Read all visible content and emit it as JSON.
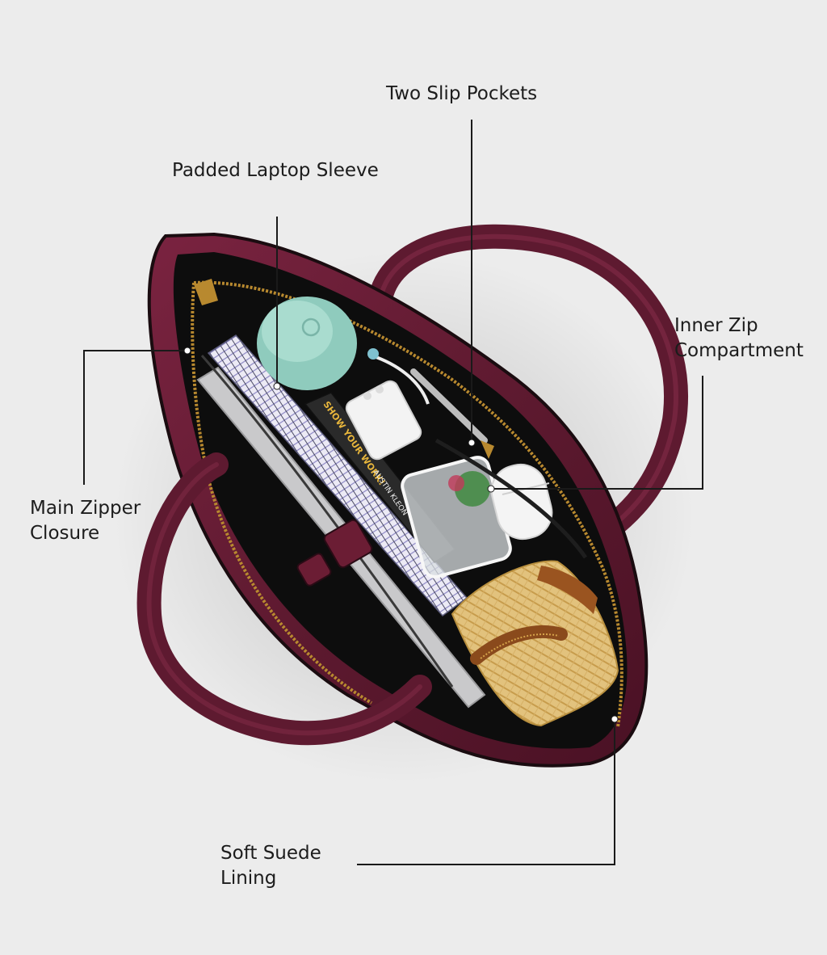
{
  "callouts": {
    "slip_pockets": {
      "text": "Two Slip Pockets"
    },
    "laptop_sleeve": {
      "text": "Padded Laptop Sleeve"
    },
    "inner_zip": {
      "line1": "Inner Zip",
      "line2": "Compartment"
    },
    "main_zipper": {
      "line1": "Main Zipper",
      "line2": "Closure"
    },
    "suede_lining": {
      "line1": "Soft Suede",
      "line2": "Lining"
    }
  },
  "book_spine": {
    "title": "SHOW YOUR WORK!",
    "author": "AUSTIN KLEON"
  },
  "colors": {
    "background": "#ececec",
    "leather": "#6b1d34",
    "leather_dark": "#4a1124",
    "lining": "#0d0d0d",
    "zipper": "#b8892f",
    "leader_line": "#1a1a1a",
    "text": "#1c1c1c"
  }
}
